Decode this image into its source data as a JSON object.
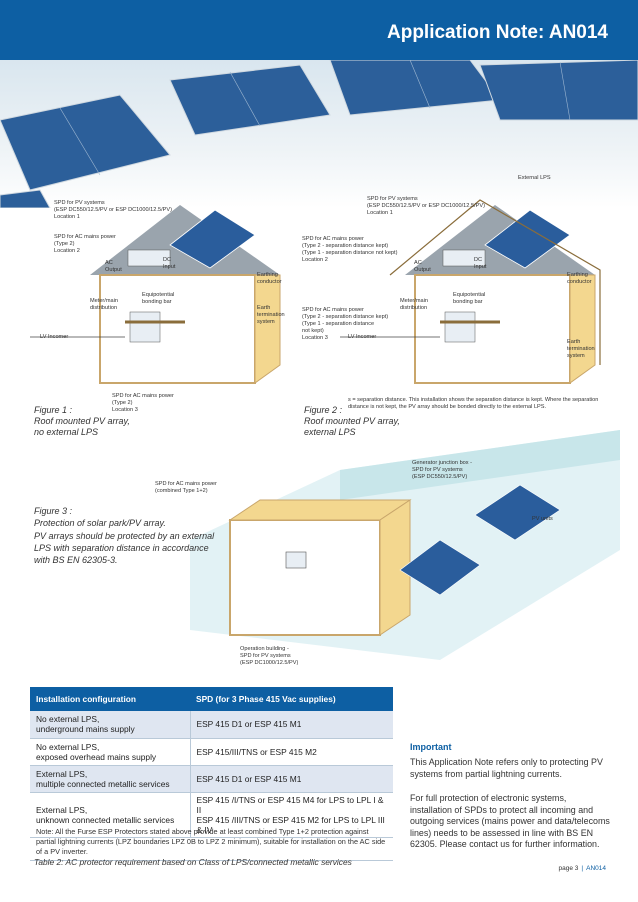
{
  "header": {
    "title": "Application Note: AN014"
  },
  "fig1": {
    "labels": {
      "spd_pv": "SPD for PV systems\n(ESP DC550/12.5/PV or ESP DC1000/12.5/PV)\nLocation 1",
      "spd_ac_t2": "SPD for AC mains power\n(Type 2)\nLocation 2",
      "ac_output": "AC\nOutput",
      "dc_input": "DC\nInput",
      "equip_bar": "Equipotential\nbonding bar",
      "meter": "Meter/main\ndistribution",
      "earthing_conductor": "Earthing\nconductor",
      "earth_term": "Earth\ntermination\nsystem",
      "lv_incomer": "LV Incomer",
      "spd_ac_t2_bottom": "SPD for AC mains power\n(Type 2)\nLocation 3"
    },
    "caption": "Figure 1 :\nRoof mounted PV array,\nno external LPS"
  },
  "fig2": {
    "labels": {
      "external_lps": "External LPS",
      "spd_pv": "SPD for PV systems\n(ESP DC550/12.5/PV or ESP DC1000/12.5/PV)\nLocation 1",
      "spd_ac_sep": "SPD for AC mains power\n(Type 2 - separation distance kept)\n(Type 1 - separation distance not kept)\nLocation 2",
      "ac_output": "AC\nOutput",
      "dc_input": "DC\nInput",
      "equip_bar": "Equipotential\nbonding bar",
      "meter": "Meter/main\ndistribution",
      "spd_ac_mid": "SPD for AC mains power\n(Type 2 - separation distance kept)\n(Type 1 - separation distance\n         not kept)\nLocation 3",
      "earthing_conductor": "Earthing\nconductor",
      "lv_incomer": "LV Incomer",
      "earth_term": "Earth\ntermination\nsystem",
      "separation_note": "s = separation distance. This installation shows the separation distance is kept. Where the separation\ndistance is not kept, the PV array should be bonded directly to the external LPS."
    },
    "caption": "Figure 2 :\nRoof mounted PV array,\nexternal LPS"
  },
  "fig3": {
    "labels": {
      "gen_box": "Generator junction box -\nSPD for PV systems\n(ESP DC550/12.5/PV)",
      "spd_ac_combined": "SPD for AC mains power\n(combined Type 1+2)",
      "pv_units": "PV units",
      "op_building": "Operation building -\nSPD for PV systems\n(ESP DC1000/12.5/PV)"
    },
    "caption_title": "Figure 3 :\nProtection of solar park/PV array.",
    "caption_body": "PV arrays should be protected by an external LPS with separation distance in accordance with BS EN 62305-3."
  },
  "table": {
    "headers": [
      "Installation configuration",
      "SPD (for 3 Phase 415 Vac supplies)"
    ],
    "rows": [
      {
        "config": "No external LPS,\nunderground mains supply",
        "spd": "ESP 415 D1 or ESP 415 M1"
      },
      {
        "config": "No external LPS,\nexposed overhead mains supply",
        "spd": "ESP 415/III/TNS or ESP 415 M2"
      },
      {
        "config": "External LPS,\nmultiple connected metallic services",
        "spd": "ESP 415 D1 or ESP 415 M1"
      },
      {
        "config": "External LPS,\nunknown connected metallic services",
        "spd": "ESP 415 /I/TNS or ESP 415 M4 for LPS to LPL I & II\nESP 415 /III/TNS or ESP 415 M2 for LPS to LPL III & IV"
      }
    ],
    "note": "Note: All the Furse ESP Protectors stated above provide at least combined Type 1+2 protection against partial lightning currents (LPZ boundaries LPZ 0B to LPZ 2 minimum), suitable for installation on the AC side of a PV inverter.",
    "caption": "Table 2: AC protector requirement based on Class of LPS/connected metallic services"
  },
  "important": {
    "title": "Important",
    "p1": "This Application Note refers only to protecting PV systems from partial lightning currents.",
    "p2": "For full protection of electronic systems, installation of SPDs to protect all incoming and outgoing services (mains power and data/telecoms lines) needs to be assessed in line with BS EN 62305. Please contact us for further information."
  },
  "footer": {
    "page": "page 3",
    "code": "AN014"
  },
  "colors": {
    "brand_blue": "#0d5fa3",
    "table_shade": "#dfe6f1",
    "wall_yellow": "#f3d78f",
    "roof_grey": "#9aa4ad"
  }
}
